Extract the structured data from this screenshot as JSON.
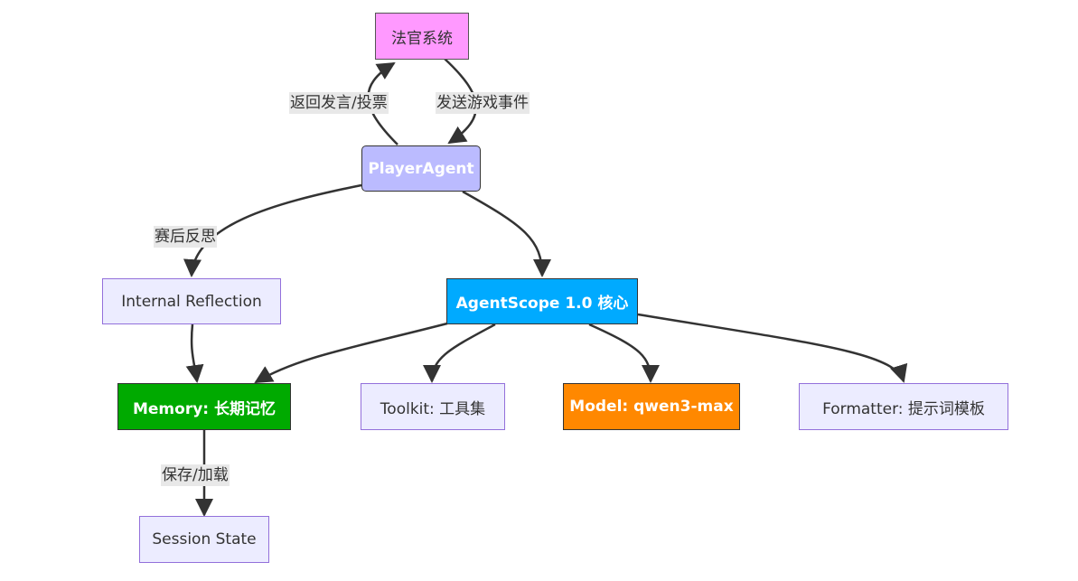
{
  "diagram": {
    "type": "flowchart",
    "nodes": {
      "judge": {
        "label": "法官系统",
        "fill": "#FF99FF"
      },
      "player": {
        "label": "PlayerAgent",
        "fill": "#BBBBFF"
      },
      "reflection": {
        "label": "Internal Reflection",
        "fill": "#ECECFF"
      },
      "core": {
        "label": "AgentScope 1.0 核心",
        "fill": "#00AAFF"
      },
      "memory": {
        "label": "Memory: 长期记忆",
        "fill": "#00AA00"
      },
      "toolkit": {
        "label": "Toolkit: 工具集",
        "fill": "#ECECFF"
      },
      "model": {
        "label": "Model: qwen3-max",
        "fill": "#FF8800"
      },
      "formatter": {
        "label": "Formatter: 提示词模板",
        "fill": "#ECECFF"
      },
      "session": {
        "label": "Session State",
        "fill": "#ECECFF"
      }
    },
    "edges": [
      {
        "from": "player",
        "to": "judge",
        "label": "返回发言/投票"
      },
      {
        "from": "judge",
        "to": "player",
        "label": "发送游戏事件"
      },
      {
        "from": "player",
        "to": "reflection",
        "label": "赛后反思"
      },
      {
        "from": "player",
        "to": "core",
        "label": ""
      },
      {
        "from": "reflection",
        "to": "memory",
        "label": ""
      },
      {
        "from": "core",
        "to": "memory",
        "label": ""
      },
      {
        "from": "core",
        "to": "toolkit",
        "label": ""
      },
      {
        "from": "core",
        "to": "model",
        "label": ""
      },
      {
        "from": "core",
        "to": "formatter",
        "label": ""
      },
      {
        "from": "memory",
        "to": "session",
        "label": "保存/加载"
      }
    ]
  }
}
